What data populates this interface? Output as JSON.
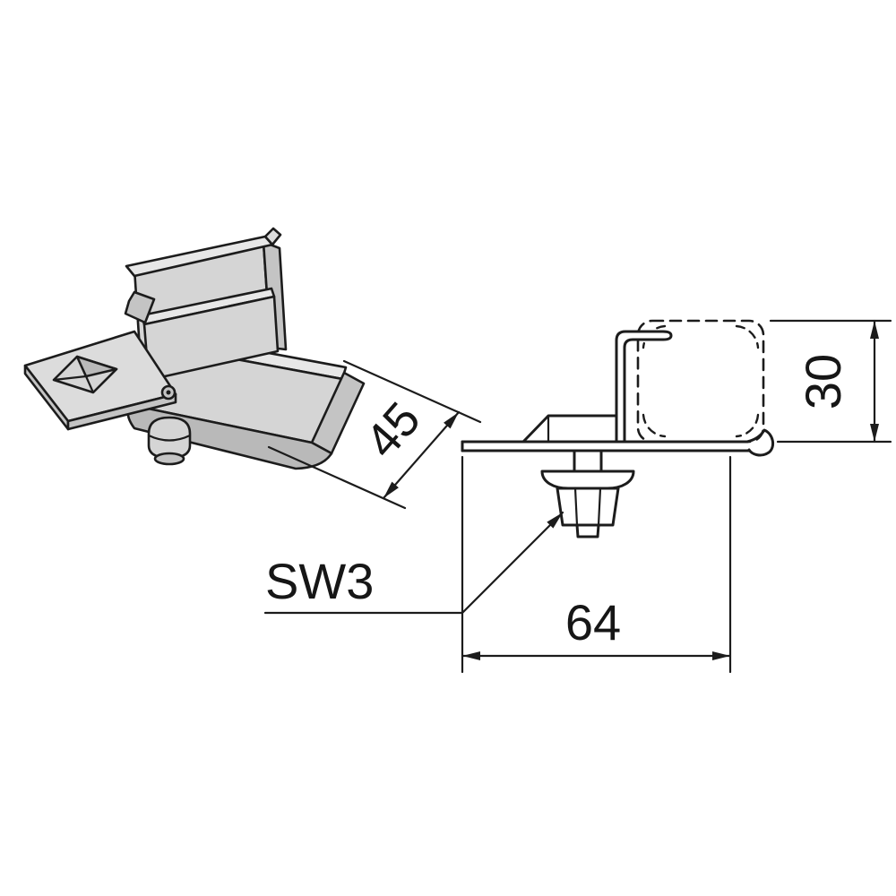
{
  "page": {
    "background": "#ffffff",
    "description": "Technical line drawing of a metal mounting clip: isometric view at left, side section view with dashed square rail profile at right"
  },
  "drawing": {
    "line_color": "#1c1c1c",
    "metal_fill_light": "#e7e7e7",
    "metal_fill_mid": "#d5d5d5",
    "metal_fill_dark": "#c4c4c4",
    "labels": {
      "depth_mm": "45",
      "height_mm": "30",
      "length_mm": "64",
      "hex_key": "SW3"
    }
  }
}
